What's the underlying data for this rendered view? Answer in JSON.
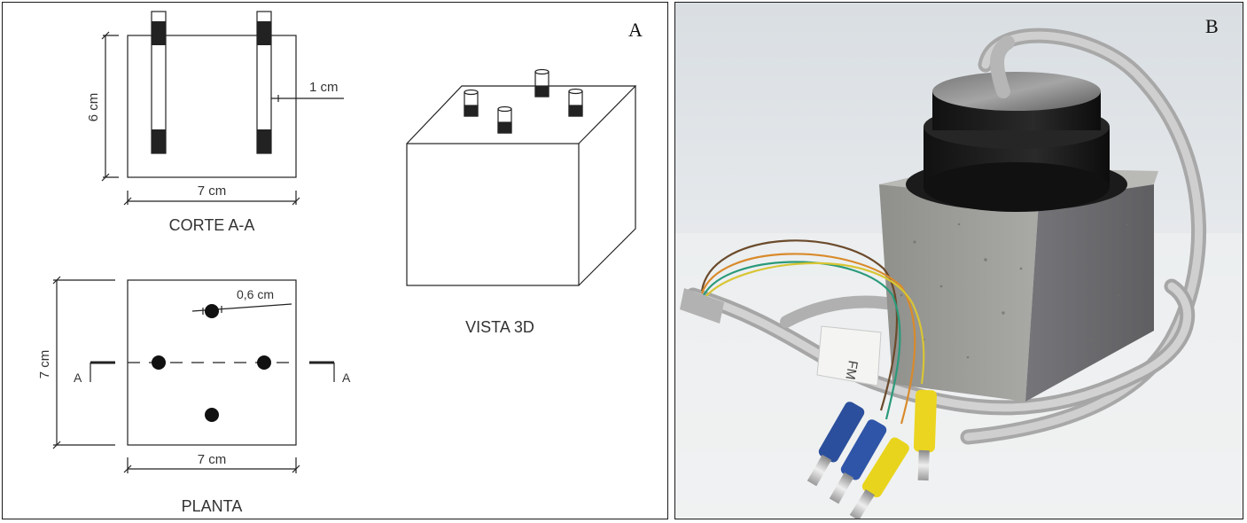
{
  "panel_a": {
    "letter": "A",
    "section": {
      "title": "CORTE A-A",
      "height_dim": "6 cm",
      "width_dim": "7 cm",
      "electrode_spacing_dim": "1 cm"
    },
    "plan": {
      "title": "PLANTA",
      "height_dim": "7 cm",
      "width_dim": "7 cm",
      "electrode_dia_dim": "0,6 cm",
      "cut_left": "A",
      "cut_right": "A"
    },
    "view3d": {
      "title": "VISTA 3D"
    }
  },
  "panel_b": {
    "letter": "B",
    "handwritten_label": "FM"
  }
}
